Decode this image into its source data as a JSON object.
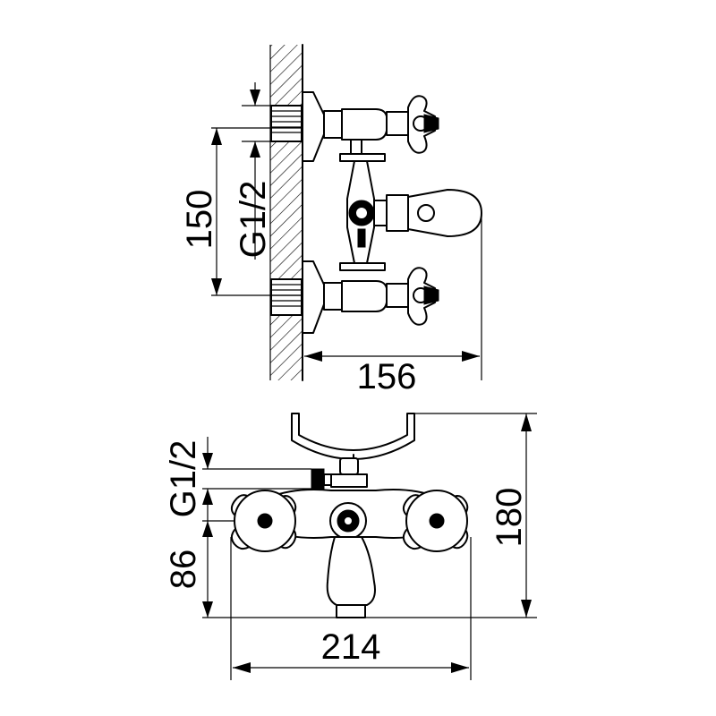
{
  "top_view": {
    "dim_width": "156",
    "dim_height": "150",
    "dim_thread": "G1/2"
  },
  "front_view": {
    "dim_width": "214",
    "dim_height": "180",
    "dim_outlet": "86",
    "dim_thread": "G1/2"
  }
}
